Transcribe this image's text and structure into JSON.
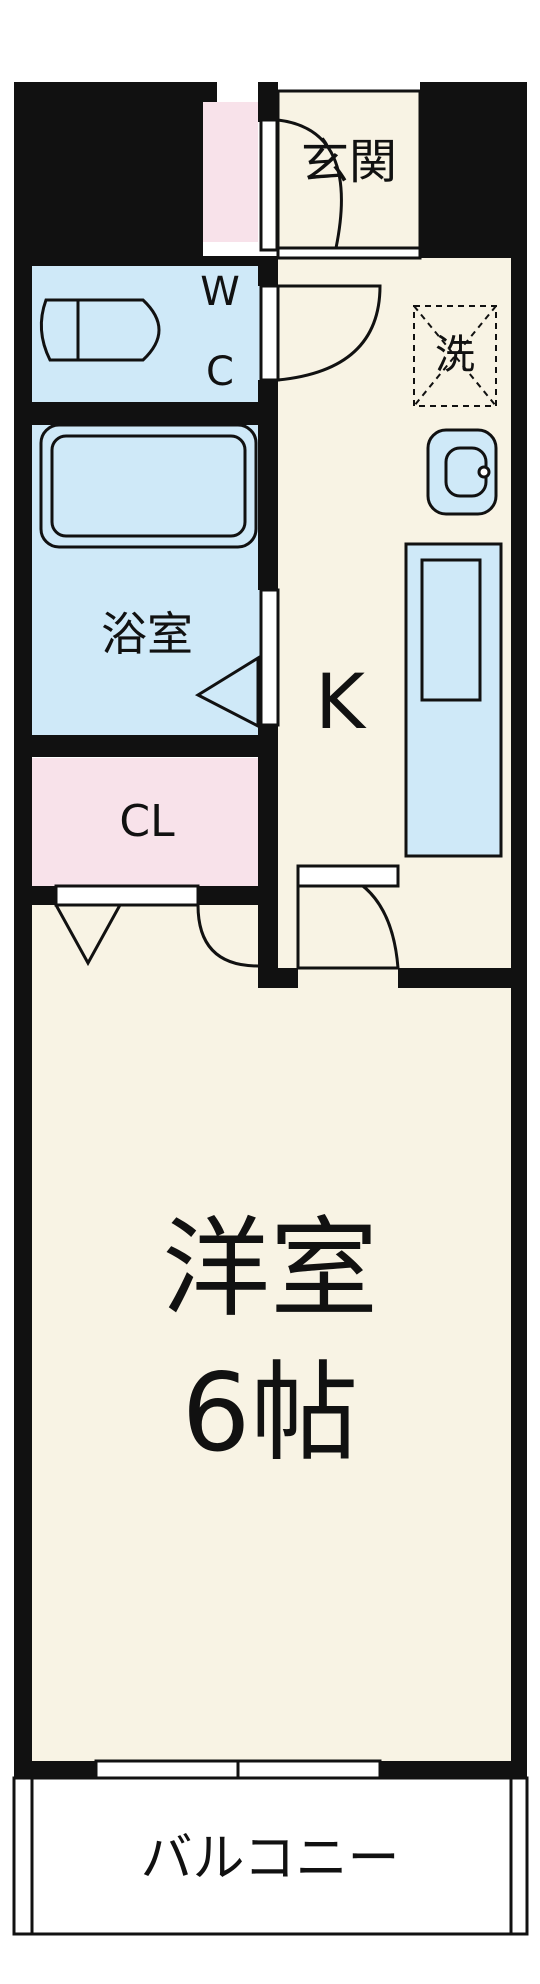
{
  "colors": {
    "wall": "#111111",
    "floor_cream": "#f8f3e4",
    "wet_area_blue": "#cfe9f8",
    "closet_pink": "#f8e2ea",
    "balcony": "#ffffff"
  },
  "rooms": {
    "entrance": {
      "label": "玄関"
    },
    "toilet": {
      "label_line1": "W",
      "label_line2": "C"
    },
    "laundry": {
      "label": "洗"
    },
    "bath": {
      "label": "浴室"
    },
    "kitchen": {
      "label": "K"
    },
    "closet": {
      "label": "CL"
    },
    "western_room": {
      "label_line1": "洋室",
      "label_line2": "6帖"
    },
    "balcony": {
      "label": "バルコニー"
    }
  }
}
